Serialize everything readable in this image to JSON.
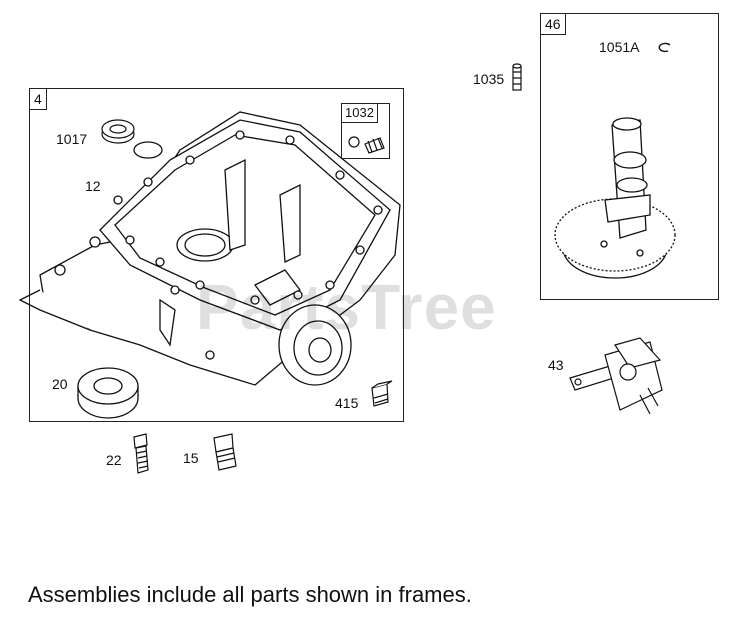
{
  "frames": {
    "assembly_4": {
      "tag": "4"
    },
    "kit_1032": {
      "tag": "1032"
    },
    "assembly_46": {
      "tag": "46"
    }
  },
  "parts": {
    "p1017": "1017",
    "p12": "12",
    "p20": "20",
    "p415": "415",
    "p22": "22",
    "p15": "15",
    "p1035": "1035",
    "p1051a": "1051A",
    "p43": "43"
  },
  "watermark": "PartsTree",
  "caption": "Assemblies include all parts shown in frames.",
  "icons": {
    "sump": "crankcase-sump-drawing-icon",
    "camshaft": "camshaft-gear-drawing-icon"
  }
}
